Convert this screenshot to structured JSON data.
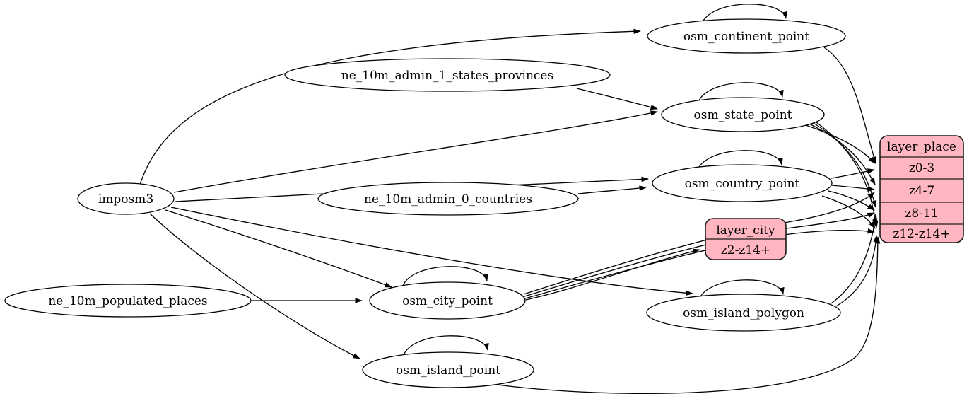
{
  "diagram": {
    "type": "etl-graph",
    "background_color": "#ffffff",
    "node_fill_color": "#ffffff",
    "record_fill_color": "#ffb6c1",
    "stroke_color": "#000000",
    "nodes": {
      "imposm3": {
        "label": "imposm3",
        "shape": "ellipse"
      },
      "ne_10m_admin_1_states_provinces": {
        "label": "ne_10m_admin_1_states_provinces",
        "shape": "ellipse"
      },
      "ne_10m_admin_0_countries": {
        "label": "ne_10m_admin_0_countries",
        "shape": "ellipse"
      },
      "ne_10m_populated_places": {
        "label": "ne_10m_populated_places",
        "shape": "ellipse"
      },
      "osm_continent_point": {
        "label": "osm_continent_point",
        "shape": "ellipse"
      },
      "osm_state_point": {
        "label": "osm_state_point",
        "shape": "ellipse"
      },
      "osm_country_point": {
        "label": "osm_country_point",
        "shape": "ellipse"
      },
      "osm_city_point": {
        "label": "osm_city_point",
        "shape": "ellipse"
      },
      "osm_island_polygon": {
        "label": "osm_island_polygon",
        "shape": "ellipse"
      },
      "osm_island_point": {
        "label": "osm_island_point",
        "shape": "ellipse"
      }
    },
    "records": {
      "layer_city": {
        "title": "layer_city",
        "rows": [
          "z2-z14+"
        ],
        "fill": "#ffb6c1"
      },
      "layer_place": {
        "title": "layer_place",
        "rows": [
          "z0-3",
          "z4-7",
          "z8-11",
          "z12-z14+"
        ],
        "fill": "#ffb6c1"
      }
    },
    "edges": [
      {
        "from": "imposm3",
        "to": "osm_continent_point"
      },
      {
        "from": "imposm3",
        "to": "osm_state_point"
      },
      {
        "from": "imposm3",
        "to": "osm_country_point"
      },
      {
        "from": "imposm3",
        "to": "osm_city_point"
      },
      {
        "from": "imposm3",
        "to": "osm_island_polygon"
      },
      {
        "from": "imposm3",
        "to": "osm_island_point"
      },
      {
        "from": "ne_10m_admin_1_states_provinces",
        "to": "osm_state_point"
      },
      {
        "from": "ne_10m_admin_0_countries",
        "to": "osm_country_point"
      },
      {
        "from": "ne_10m_populated_places",
        "to": "osm_city_point"
      },
      {
        "from": "osm_continent_point",
        "to": "osm_continent_point"
      },
      {
        "from": "osm_state_point",
        "to": "osm_state_point"
      },
      {
        "from": "osm_country_point",
        "to": "osm_country_point"
      },
      {
        "from": "osm_city_point",
        "to": "osm_city_point"
      },
      {
        "from": "osm_island_polygon",
        "to": "osm_island_polygon"
      },
      {
        "from": "osm_island_point",
        "to": "osm_island_point"
      },
      {
        "from": "osm_continent_point",
        "to": "layer_place:z0-3"
      },
      {
        "from": "osm_state_point",
        "to": "layer_place:z0-3"
      },
      {
        "from": "osm_state_point",
        "to": "layer_place:z4-7"
      },
      {
        "from": "osm_state_point",
        "to": "layer_place:z8-11"
      },
      {
        "from": "osm_state_point",
        "to": "layer_place:z12-z14+"
      },
      {
        "from": "osm_country_point",
        "to": "layer_place:z0-3"
      },
      {
        "from": "osm_country_point",
        "to": "layer_place:z4-7"
      },
      {
        "from": "osm_country_point",
        "to": "layer_place:z8-11"
      },
      {
        "from": "osm_country_point",
        "to": "layer_place:z12-z14+"
      },
      {
        "from": "osm_city_point",
        "to": "layer_city:z2-z14+"
      },
      {
        "from": "osm_city_point",
        "to": "layer_place:z4-7"
      },
      {
        "from": "osm_city_point",
        "to": "layer_place:z8-11"
      },
      {
        "from": "osm_city_point",
        "to": "layer_place:z12-z14+"
      },
      {
        "from": "osm_island_polygon",
        "to": "layer_place:z8-11"
      },
      {
        "from": "osm_island_polygon",
        "to": "layer_place:z12-z14+"
      },
      {
        "from": "osm_island_point",
        "to": "layer_place:z12-z14+"
      }
    ]
  }
}
